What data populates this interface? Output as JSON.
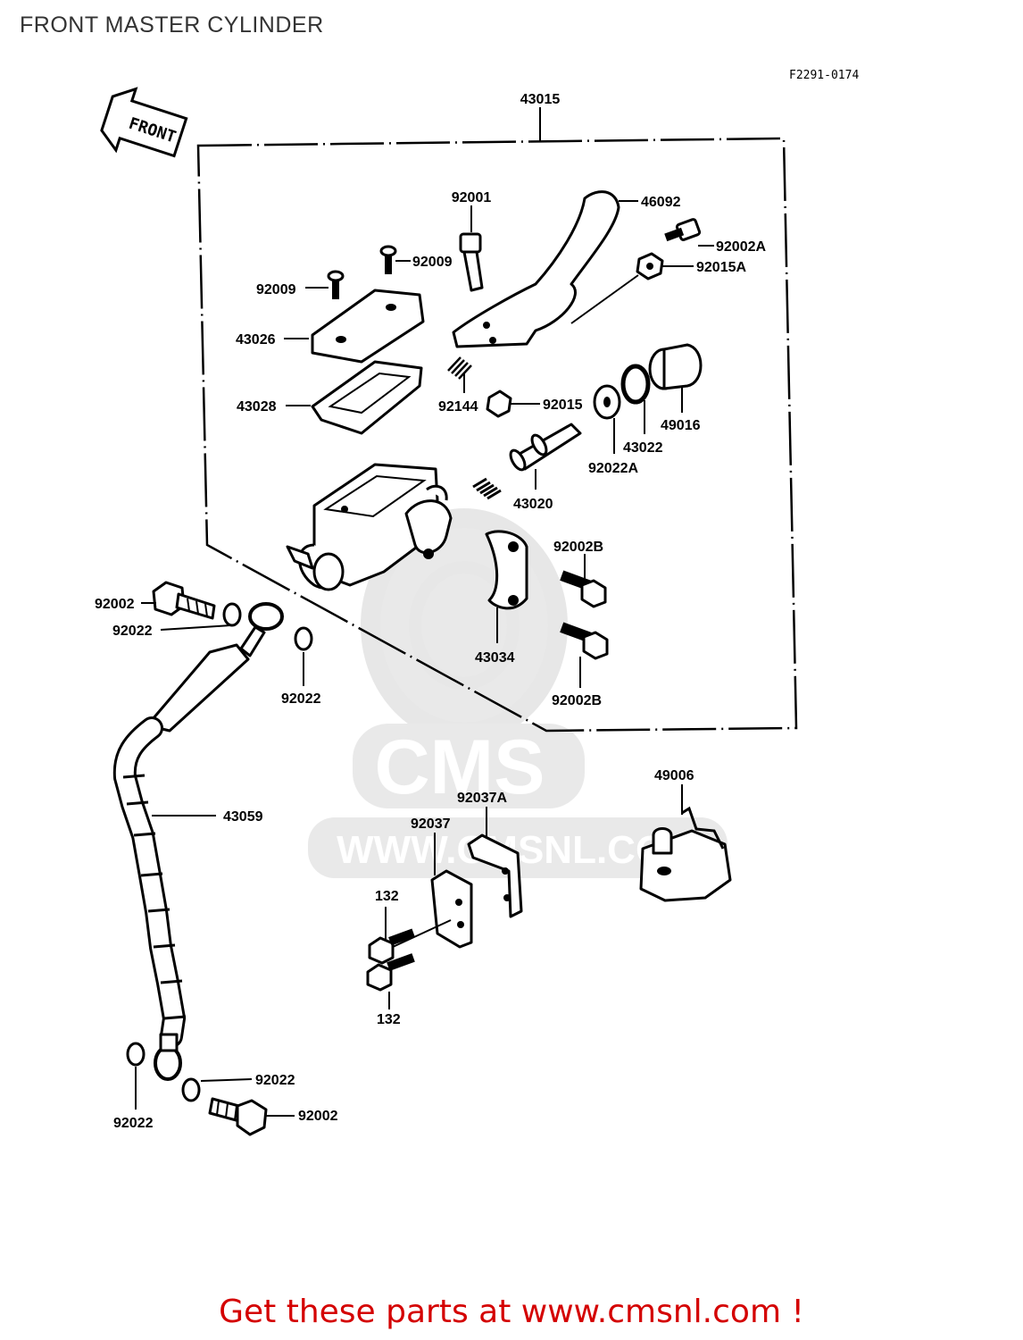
{
  "title": "FRONT MASTER CYLINDER",
  "figure_code": "F2291-0174",
  "front_arrow_label": "FRONT",
  "watermark": {
    "brand": "CMS",
    "url": "WWW.CMSNL.COM"
  },
  "part_labels": {
    "p43015": "43015",
    "p92001": "92001",
    "p46092": "46092",
    "p92002A": "92002A",
    "p92015A": "92015A",
    "p92009a": "92009",
    "p92009b": "92009",
    "p43026": "43026",
    "p43028": "43028",
    "p92144": "92144",
    "p92015": "92015",
    "p49016": "49016",
    "p43022": "43022",
    "p92022A": "92022A",
    "p43020": "43020",
    "p92002B_top": "92002B",
    "p92002B_bot": "92002B",
    "p43034": "43034",
    "p92002_top": "92002",
    "p92022_top1": "92022",
    "p92022_top2": "92022",
    "p43059": "43059",
    "p49006": "49006",
    "p92037A": "92037A",
    "p92037": "92037",
    "p132_top": "132",
    "p132_bot": "132",
    "p92022_bot1": "92022",
    "p92022_bot2": "92022",
    "p92002_bot": "92002"
  },
  "footer": "Get these parts at www.cmsnl.com !"
}
